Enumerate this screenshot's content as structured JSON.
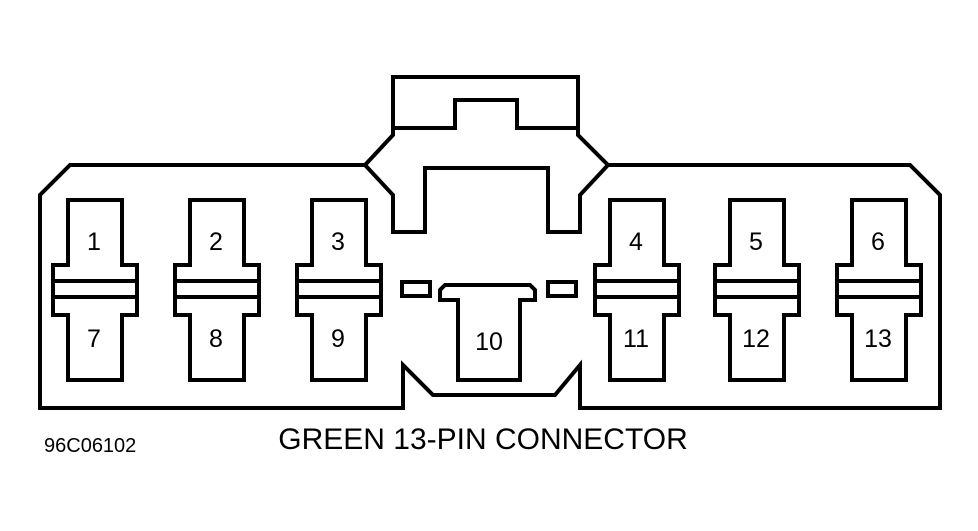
{
  "diagram": {
    "figure_code": "96C06102",
    "title": "GREEN 13-PIN CONNECTOR",
    "pins_top": [
      "1",
      "2",
      "3",
      "4",
      "5",
      "6"
    ],
    "pins_bottom": [
      "7",
      "8",
      "9",
      "11",
      "12",
      "13"
    ],
    "pin_center": "10"
  },
  "colors": {
    "line": "#000000",
    "background": "#ffffff"
  }
}
